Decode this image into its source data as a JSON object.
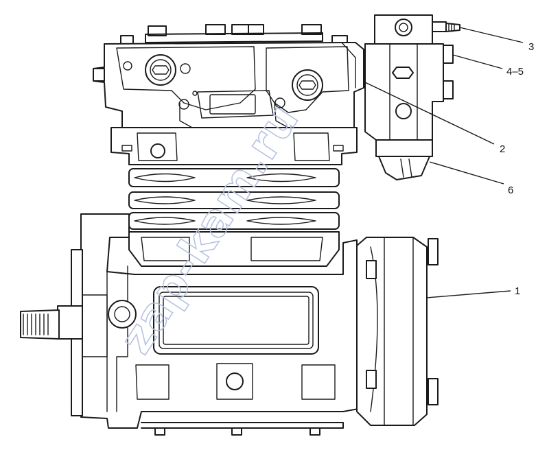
{
  "watermark": {
    "text": "zap-kam.ru",
    "color": "#b7c3e2"
  },
  "callouts": [
    {
      "id": "3",
      "label": "3"
    },
    {
      "id": "4-5",
      "label": "4–5"
    },
    {
      "id": "2",
      "label": "2"
    },
    {
      "id": "6",
      "label": "6"
    },
    {
      "id": "1",
      "label": "1"
    }
  ]
}
